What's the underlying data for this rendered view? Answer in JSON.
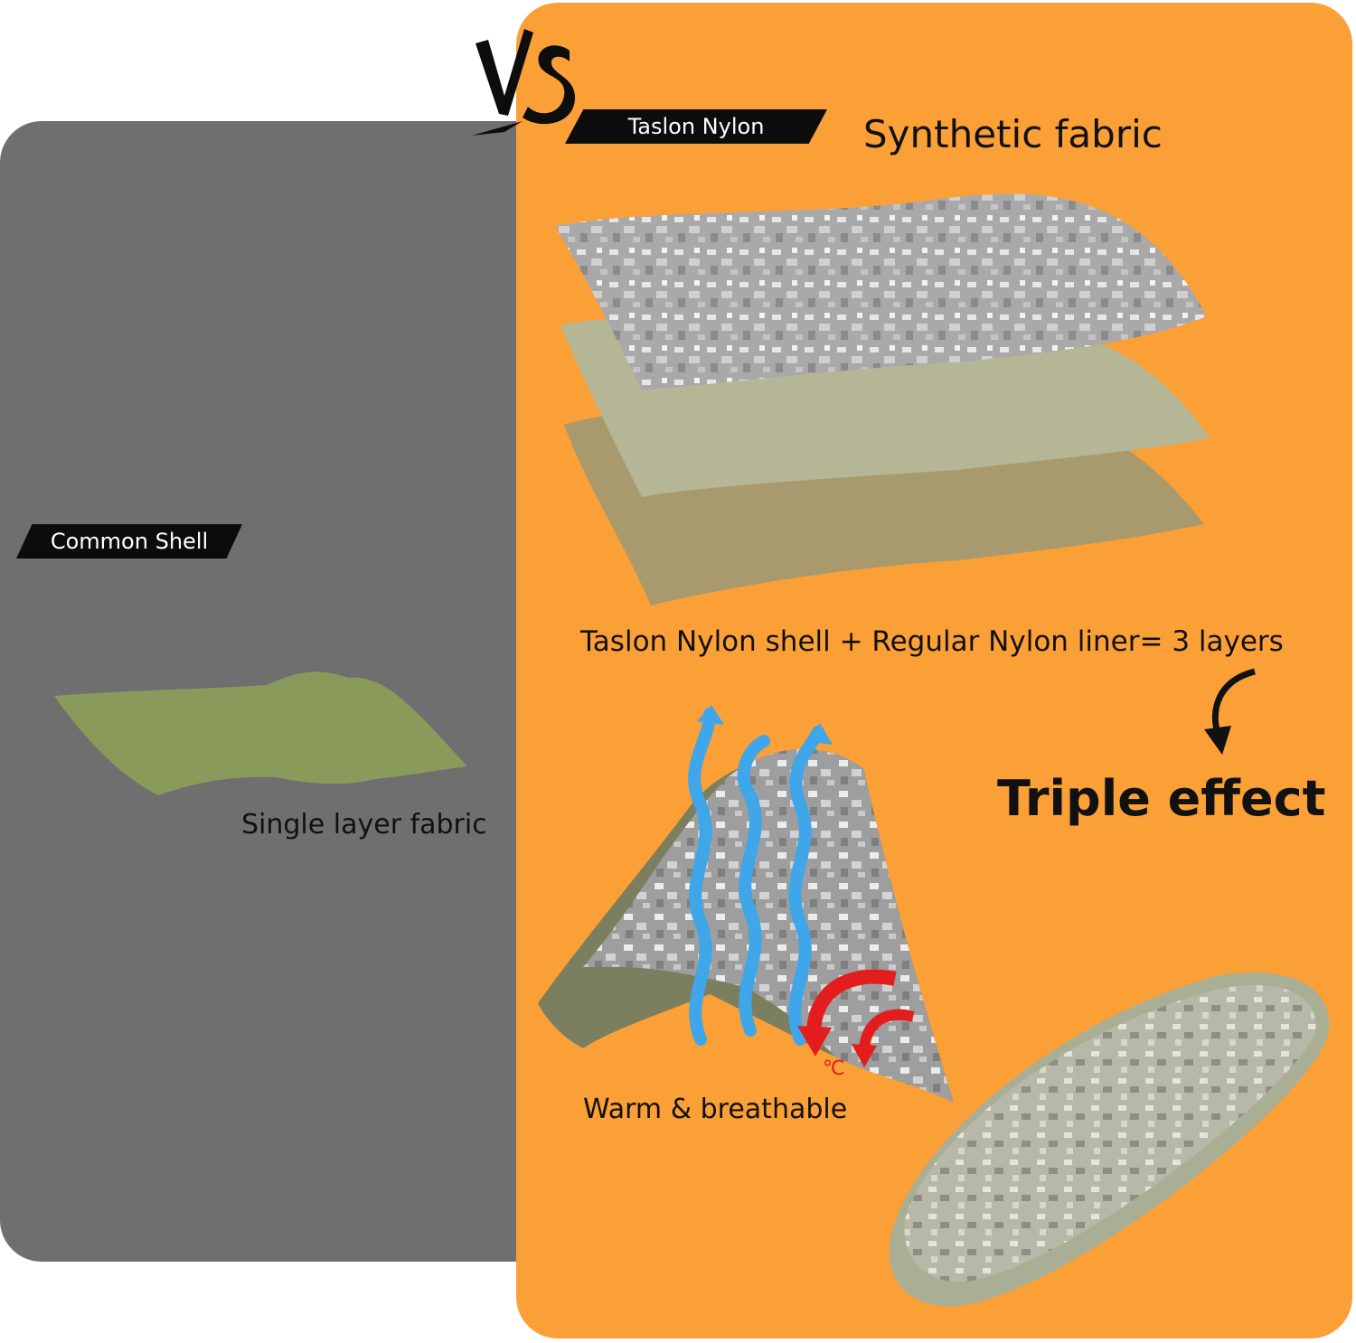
{
  "vs_label": "VS",
  "left_panel": {
    "tag": "Common Shell",
    "caption": "Single layer fabric",
    "fabric_color": "#8a9a5a",
    "background_color": "#6f6f6f"
  },
  "right_panel": {
    "tag": "Taslon Nylon",
    "heading": "Synthetic fabric",
    "layers_caption": "Taslon Nylon shell + Regular Nylon liner= 3 layers",
    "effect_title": "Triple effect",
    "warm_caption": "Warm & breathable",
    "temperature_symbol": "℃",
    "background_color": "#fba037",
    "layer_colors": [
      "#a9a9a9",
      "#b5b695",
      "#a89a6c"
    ]
  },
  "icons": {
    "vs": "vs-brush-icon",
    "curved_arrow": "curved-arrow-down-icon",
    "airflow": "airflow-wave-icon",
    "heat": "heat-arrows-icon"
  }
}
